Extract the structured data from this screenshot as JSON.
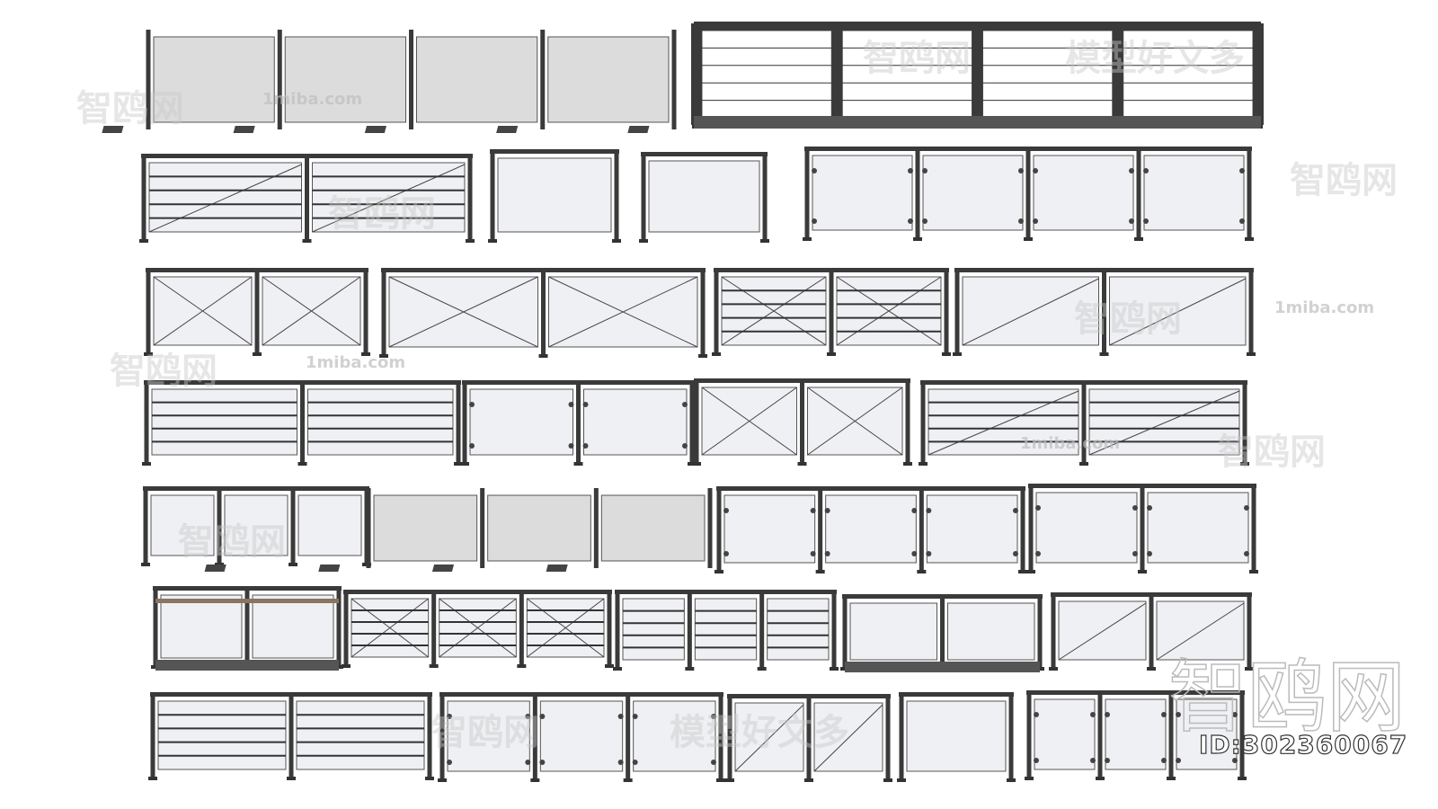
{
  "watermarks": {
    "brand": "智鸥网",
    "site": "1miba.com",
    "slogan": "模型好文多",
    "id_label": "ID:302360067"
  },
  "colors": {
    "frame": "#3a3a3a",
    "glass": "#eef0f3",
    "solid_panel": "#dcdcdc",
    "wood": "#8a7560"
  }
}
